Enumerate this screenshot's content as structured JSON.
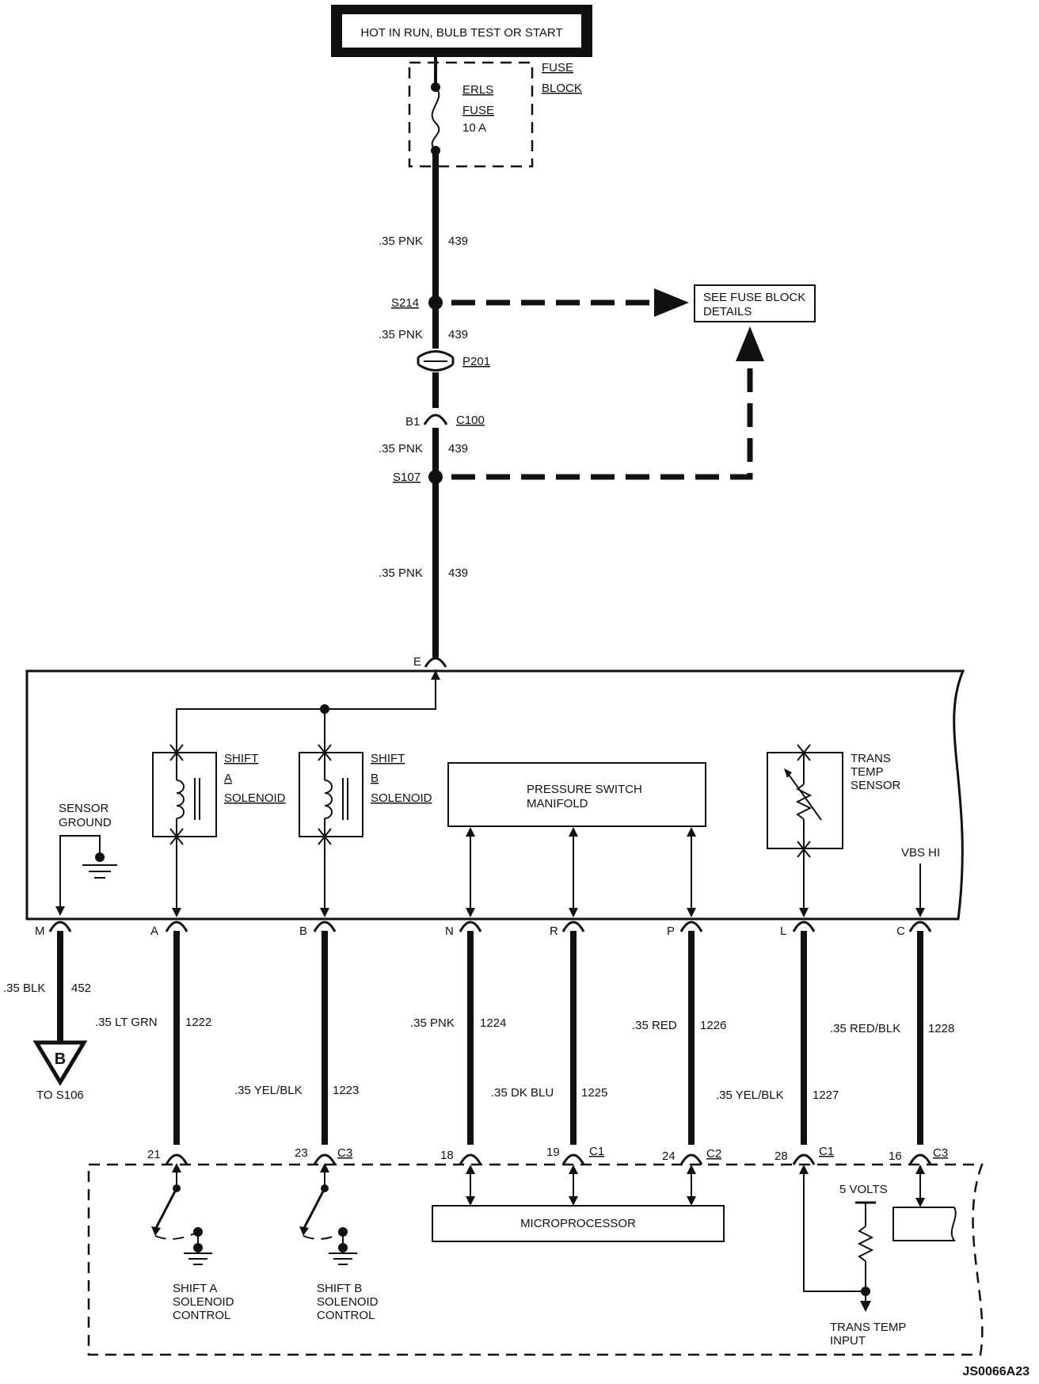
{
  "power": {
    "source_label": "HOT IN RUN, BULB TEST OR START"
  },
  "fuse_block": {
    "label_line1": "FUSE",
    "label_line2": "BLOCK",
    "fuse_name_line1": "ERLS",
    "fuse_name_line2": "FUSE",
    "fuse_rating": "10 A"
  },
  "feed_wires": [
    {
      "gauge_color": ".35 PNK",
      "circuit": "439"
    },
    {
      "gauge_color": ".35 PNK",
      "circuit": "439"
    },
    {
      "gauge_color": ".35 PNK",
      "circuit": "439"
    },
    {
      "gauge_color": ".35 PNK",
      "circuit": "439"
    }
  ],
  "splices": {
    "upper": "S214",
    "lower": "S107"
  },
  "connectors": {
    "p201": "P201",
    "c100": "C100",
    "c100_pin": "B1",
    "trans_entry_pin": "E"
  },
  "fuse_details": {
    "line1": "SEE FUSE BLOCK",
    "line2": "DETAILS"
  },
  "transmission": {
    "sensor_ground_line1": "SENSOR",
    "sensor_ground_line2": "GROUND",
    "shift_a_line1": "SHIFT",
    "shift_a_line2": "A",
    "shift_a_line3": "SOLENOID",
    "shift_b_line1": "SHIFT",
    "shift_b_line2": "B",
    "shift_b_line3": "SOLENOID",
    "pressure_line1": "PRESSURE SWITCH",
    "pressure_line2": "MANIFOLD",
    "trans_temp_line1": "TRANS",
    "trans_temp_line2": "TEMP",
    "trans_temp_line3": "SENSOR",
    "vbs_hi": "VBS HI"
  },
  "circuits": [
    {
      "pin": "M",
      "gauge_color": ".35 BLK",
      "number": "452"
    },
    {
      "pin": "A",
      "gauge_color": ".35 LT GRN",
      "number": "1222",
      "pcm_pin": "21",
      "pcm_conn": ""
    },
    {
      "pin": "B",
      "gauge_color": ".35 YEL/BLK",
      "number": "1223",
      "pcm_pin": "23",
      "pcm_conn": "C3"
    },
    {
      "pin": "N",
      "gauge_color": ".35 PNK",
      "number": "1224",
      "pcm_pin": "18",
      "pcm_conn": ""
    },
    {
      "pin": "R",
      "gauge_color": ".35 DK BLU",
      "number": "1225",
      "pcm_pin": "19",
      "pcm_conn": "C1"
    },
    {
      "pin": "P",
      "gauge_color": ".35 RED",
      "number": "1226",
      "pcm_pin": "24",
      "pcm_conn": "C2"
    },
    {
      "pin": "L",
      "gauge_color": ".35 YEL/BLK",
      "number": "1227",
      "pcm_pin": "28",
      "pcm_conn": "C1"
    },
    {
      "pin": "C",
      "gauge_color": ".35 RED/BLK",
      "number": "1228",
      "pcm_pin": "16",
      "pcm_conn": "C3"
    }
  ],
  "ground": {
    "symbol": "B",
    "label": "TO S106"
  },
  "pcm": {
    "shift_a_ctrl_line1": "SHIFT A",
    "shift_a_ctrl_line2": "SOLENOID",
    "shift_a_ctrl_line3": "CONTROL",
    "shift_b_ctrl_line1": "SHIFT B",
    "shift_b_ctrl_line2": "SOLENOID",
    "shift_b_ctrl_line3": "CONTROL",
    "microprocessor": "MICROPROCESSOR",
    "five_volts": "5 VOLTS",
    "trans_temp_input_line1": "TRANS TEMP",
    "trans_temp_input_line2": "INPUT"
  },
  "diagram_code": "JS0066A23"
}
